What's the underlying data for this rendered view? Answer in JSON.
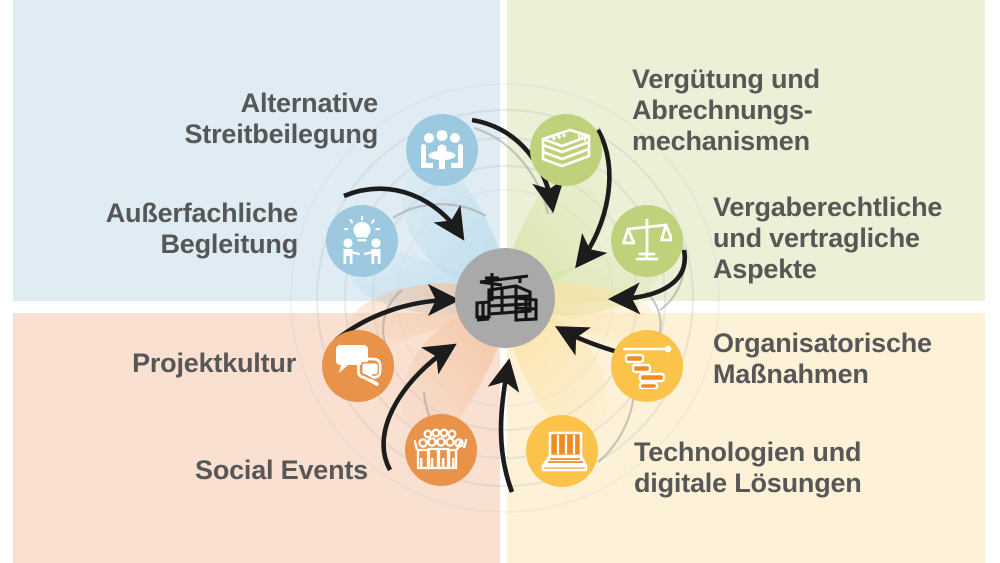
{
  "diagram": {
    "title": "Projekt-Erfolgsfaktoren Quadranten-Diagramm",
    "center": {
      "icon": "construction-site-crane-icon",
      "color": "#a9a9a9"
    },
    "quadrants": [
      {
        "id": "top-left",
        "color": "#dfecf4",
        "accent": "#9cc9e0"
      },
      {
        "id": "top-right",
        "color": "#ecf0d7",
        "accent": "#bfd17a"
      },
      {
        "id": "bottom-left",
        "color": "#f9e0d1",
        "accent": "#e8924a"
      },
      {
        "id": "bottom-right",
        "color": "#fdf2d8",
        "accent": "#fbc34a"
      }
    ],
    "nodes": [
      {
        "key": "adr",
        "label": "Alternative\nStreitbeilegung",
        "icon": "people-around-table-icon",
        "quadrant": "top-left",
        "color": "#9cc9e0",
        "align": "right"
      },
      {
        "key": "coach",
        "label": "Außerfachliche\nBegleitung",
        "icon": "two-people-lightbulb-icon",
        "quadrant": "top-left",
        "color": "#9cc9e0",
        "align": "right"
      },
      {
        "key": "money",
        "label": "Vergütung und\nAbrechnungs-\nmechanismen",
        "icon": "banknotes-100-icon",
        "quadrant": "top-right",
        "color": "#bfd17a",
        "align": "left"
      },
      {
        "key": "legal",
        "label": "Vergaberechtliche\nund vertragliche\nAspekte",
        "icon": "scales-of-justice-icon",
        "quadrant": "top-right",
        "color": "#bfd17a",
        "align": "left"
      },
      {
        "key": "gantt",
        "label": "Organisatorische\nMaßnahmen",
        "icon": "gantt-chart-icon",
        "quadrant": "bottom-right",
        "color": "#fbc34a",
        "align": "left"
      },
      {
        "key": "tech",
        "label": "Technologien und\ndigitale Lösungen",
        "icon": "laptop-icon",
        "quadrant": "bottom-right",
        "color": "#fbc34a",
        "align": "left"
      },
      {
        "key": "talk",
        "label": "Projektkultur",
        "icon": "speech-bubbles-icon",
        "quadrant": "bottom-left",
        "color": "#e8924a",
        "align": "right"
      },
      {
        "key": "event",
        "label": "Social Events",
        "icon": "crowd-of-people-icon",
        "quadrant": "bottom-left",
        "color": "#e8924a",
        "align": "right"
      }
    ],
    "arrow_color": "#1c1c1c"
  }
}
